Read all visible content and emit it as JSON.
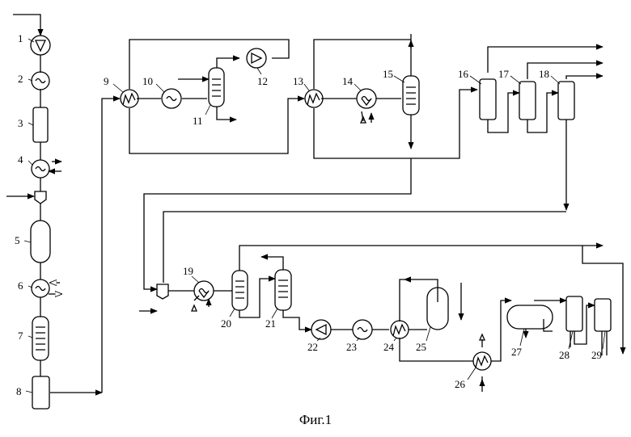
{
  "figure": {
    "caption": "Фиг.1",
    "numbers": [
      "1",
      "2",
      "3",
      "4",
      "5",
      "6",
      "7",
      "8",
      "9",
      "10",
      "11",
      "12",
      "13",
      "14",
      "15",
      "16",
      "17",
      "18",
      "19",
      "20",
      "21",
      "22",
      "23",
      "24",
      "25",
      "26",
      "27",
      "28",
      "29"
    ],
    "stroke_color": "#000000"
  }
}
